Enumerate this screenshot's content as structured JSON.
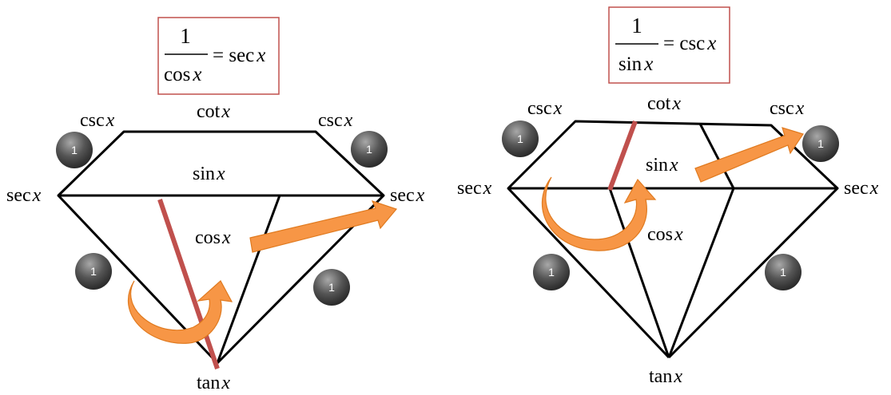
{
  "diagrams": [
    {
      "formula": {
        "numerator": "1",
        "denominator": "cos",
        "rhs": "= sec",
        "var": "x"
      },
      "labels": {
        "csc_left": "csc",
        "cot": "cot",
        "csc_right": "csc",
        "sin": "sin",
        "sec_left": "sec",
        "sec_right": "sec",
        "cos": "cos",
        "tan": "tan"
      },
      "var": "x",
      "badges": [
        "1",
        "1",
        "1",
        "1"
      ]
    },
    {
      "formula": {
        "numerator": "1",
        "denominator": "sin",
        "rhs": "= csc",
        "var": "x"
      },
      "labels": {
        "csc_left": "csc",
        "cot": "cot",
        "csc_right": "csc",
        "sin": "sin",
        "sec_left": "sec",
        "sec_right": "sec",
        "cos": "cos",
        "tan": "tan"
      },
      "var": "x",
      "badges": [
        "1",
        "1",
        "1",
        "1"
      ]
    }
  ],
  "colors": {
    "box_border": "#c0504d",
    "red_line": "#c0504d",
    "arrow_fill": "#f79646",
    "arrow_stroke": "#e07a1f",
    "badge_dark": "#3a3a3a",
    "badge_light": "#9a9a9a",
    "line": "#000000"
  }
}
